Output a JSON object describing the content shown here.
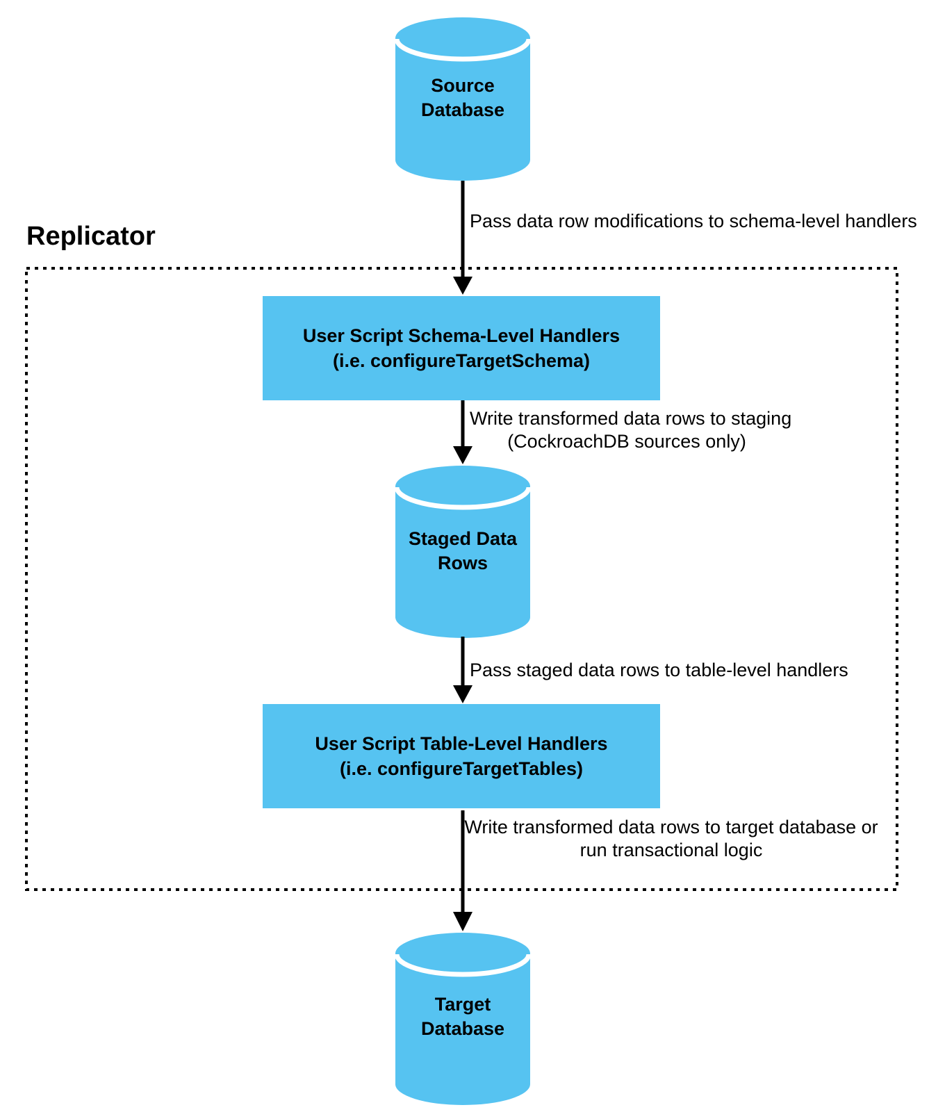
{
  "colors": {
    "node_fill": "#56C3F1",
    "line_color": "#000000",
    "text_color": "#000000",
    "bg_color": "#FFFFFF"
  },
  "replicator": {
    "label": "Replicator"
  },
  "nodes": {
    "source_database": {
      "type": "cylinder",
      "lines": [
        "Source",
        "Database"
      ]
    },
    "schema_handlers": {
      "type": "process-box",
      "lines": [
        "User Script Schema-Level Handlers",
        "(i.e. configureTargetSchema)"
      ]
    },
    "staged_data_rows": {
      "type": "cylinder",
      "lines": [
        "Staged Data",
        "Rows"
      ]
    },
    "table_handlers": {
      "type": "process-box",
      "lines": [
        "User Script Table-Level Handlers",
        "(i.e. configureTargetTables)"
      ]
    },
    "target_database": {
      "type": "cylinder",
      "lines": [
        "Target",
        "Database"
      ]
    }
  },
  "edges": [
    {
      "from": "source_database",
      "to": "schema_handlers",
      "label_lines": [
        "Pass data row modifications to schema-level handlers"
      ]
    },
    {
      "from": "schema_handlers",
      "to": "staged_data_rows",
      "label_lines": [
        "Write transformed data rows to staging",
        "(CockroachDB sources only)"
      ]
    },
    {
      "from": "staged_data_rows",
      "to": "table_handlers",
      "label_lines": [
        "Pass staged data rows to table-level handlers"
      ]
    },
    {
      "from": "table_handlers",
      "to": "target_database",
      "label_lines": [
        "Write transformed data rows to target database or",
        "run transactional logic"
      ]
    }
  ]
}
